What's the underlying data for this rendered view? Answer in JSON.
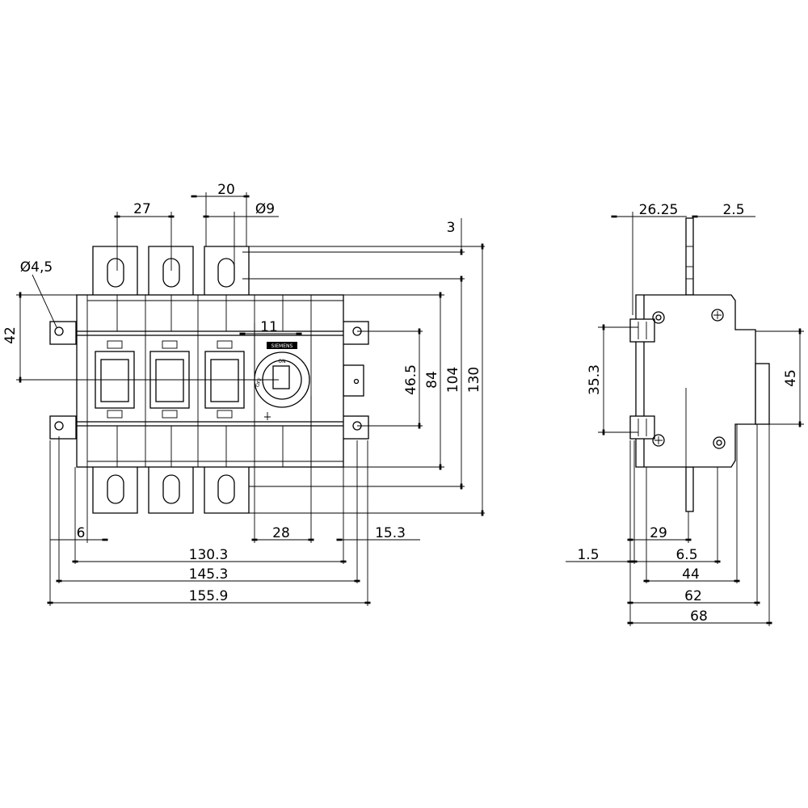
{
  "drawing": {
    "front_view": {
      "brand_label": "SIEMENS",
      "handle_label": "ON",
      "handle_off_label": "OFF",
      "dimensions": {
        "terminal_pitch": "27",
        "terminal_width": "20",
        "hole_diameter": "Ø9",
        "terminal_offset": "3",
        "mount_hole": "Ø4,5",
        "mount_hole_offset": "42",
        "handle_offset": "11",
        "mount_spacing_v": "46.5",
        "body_height": "84",
        "terminal_height": "104",
        "overall_height": "130",
        "edge_offset": "6",
        "handle_pos": "28",
        "right_offset": "15.3",
        "width_1": "130.3",
        "width_2": "145.3",
        "width_3": "155.9"
      }
    },
    "side_view": {
      "dimensions": {
        "top_left": "26.25",
        "top_right": "2.5",
        "rail_height": "35.3",
        "right_height": "45",
        "depth_min": "1.5",
        "depth_rail": "29",
        "depth_handle": "6.5",
        "depth_44": "44",
        "depth_62": "62",
        "depth_68": "68"
      }
    }
  }
}
